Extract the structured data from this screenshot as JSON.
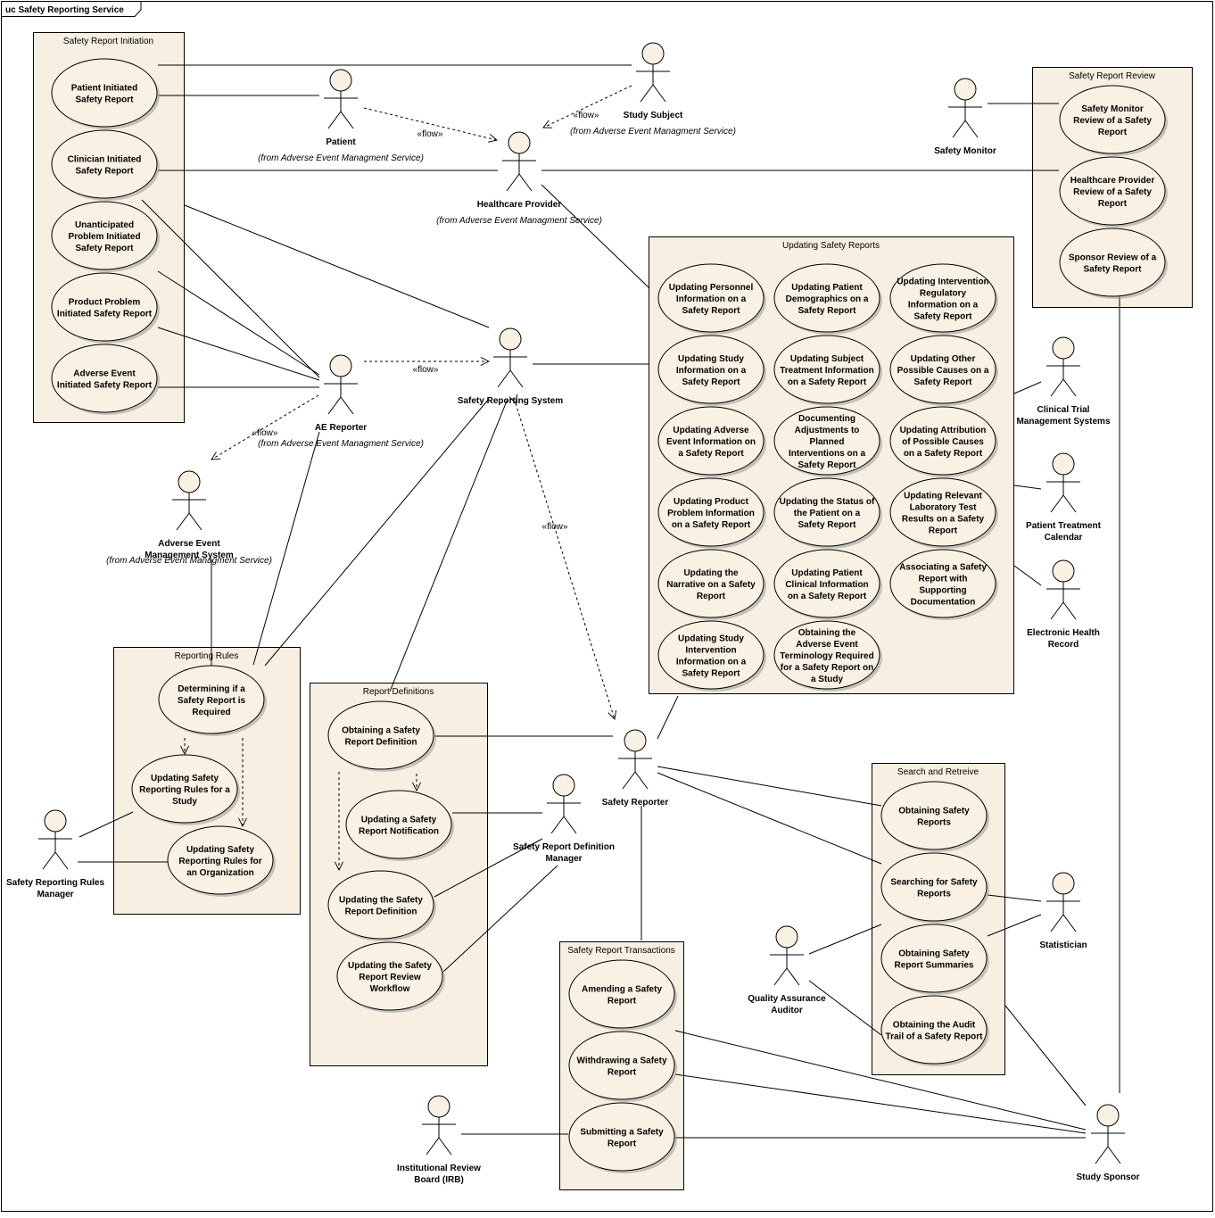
{
  "diagram": {
    "title": "uc Safety Reporting Service",
    "colors": {
      "package_fill": "#f7efe1",
      "usecase_fill": "#f9f1e3",
      "line": "#000000"
    },
    "packages": {
      "initiation": "Safety Report Initiation",
      "review": "Safety Report Review",
      "updating": "Updating Safety Reports",
      "rules": "Reporting Rules",
      "definitions": "Report Definitions",
      "search": "Search and Retreive",
      "transactions": "Safety Report Transactions"
    },
    "usecases": {
      "patient_initiated": "Patient Initiated Safety Report",
      "clinician_initiated": "Clinician Initiated Safety Report",
      "unanticipated_problem": "Unanticipated Problem Initiated Safety Report",
      "product_problem": "Product Problem Initiated Safety Report",
      "adverse_event": "Adverse Event Initiated Safety Report",
      "monitor_review": "Safety Monitor Review of a Safety Report",
      "provider_review": "Healthcare Provider Review of a Safety Report",
      "sponsor_review": "Sponsor Review of a Safety Report",
      "upd_personnel": "Updating Personnel Information on a Safety Report",
      "upd_demographics": "Updating Patient Demographics on a Safety Report",
      "upd_regulatory": "Updating Intervention Regulatory Information on a Safety Report",
      "upd_study_info": "Updating Study Information on a Safety Report",
      "upd_subject_treatment": "Updating Subject Treatment Information on a Safety Report",
      "upd_other_causes": "Updating Other Possible Causes on a Safety Report",
      "upd_adverse_event": "Updating Adverse Event Information on a Safety Report",
      "documenting_adjustments": "Documenting Adjustments to Planned Interventions on a Safety Report",
      "upd_attribution": "Updating Attribution of Possible Causes on a Safety Report",
      "upd_product_problem": "Updating Product Problem Information on a Safety Report",
      "upd_patient_status": "Updating the Status of the Patient on a Safety Report",
      "upd_lab_results": "Updating Relevant Laboratory Test Results on a Safety Report",
      "upd_narrative": "Updating the Narrative on a Safety Report",
      "upd_clinical_info": "Updating Patient Clinical Information on a Safety Report",
      "associating_docs": "Associating a Safety Report with Supporting Documentation",
      "upd_study_intervention": "Updating Study Intervention Information on a Safety Report",
      "obtaining_terminology": "Obtaining the Adverse Event Terminology Required for a Safety Report on a Study",
      "determining_required": "Determining if a Safety Report is Required",
      "rules_for_study": "Updating Safety Reporting Rules for a Study",
      "rules_for_org": "Updating Safety Reporting Rules for an Organization",
      "obtaining_definition": "Obtaining a Safety Report Definition",
      "updating_notification": "Updating a Safety Report Notification",
      "updating_definition": "Updating the Safety Report Definition",
      "updating_workflow": "Updating the Safety Report Review Workflow",
      "obtaining_reports": "Obtaining Safety Reports",
      "searching_reports": "Searching for Safety Reports",
      "obtaining_summaries": "Obtaining Safety Report Summaries",
      "audit_trail": "Obtaining the Audit Trail of a Safety Report",
      "amending": "Amending a Safety Report",
      "withdrawing": "Withdrawing a Safety Report",
      "submitting": "Submitting a Safety Report"
    },
    "actors": {
      "patient": "Patient",
      "study_subject": "Study Subject",
      "healthcare_provider": "Healthcare Provider",
      "safety_monitor": "Safety Monitor",
      "ae_reporter": "AE Reporter",
      "safety_reporting_system": "Safety Reporting System",
      "ae_management_system": "Adverse Event Management System",
      "clinical_trial_mgmt": "Clinical Trial Management Systems",
      "patient_treatment_calendar": "Patient Treatment Calendar",
      "electronic_health_record": "Electronic Health Record",
      "safety_reporter": "Safety Reporter",
      "definition_manager": "Safety Report Definition Manager",
      "rules_manager": "Safety Reporting Rules Manager",
      "statistician": "Statistician",
      "qa_auditor": "Quality Assurance Auditor",
      "irb": "Institutional Review Board (IRB)",
      "study_sponsor": "Study Sponsor"
    },
    "notes": {
      "from_ae_service": "(from Adverse Event Managment Service)"
    },
    "flow_label": "«flow»"
  }
}
